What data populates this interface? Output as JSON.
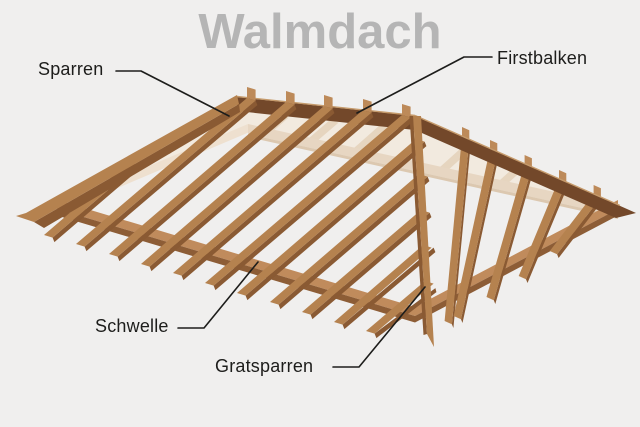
{
  "title": "Walmdach",
  "labels": [
    {
      "id": "sparren",
      "text": "Sparren"
    },
    {
      "id": "firstbalken",
      "text": "Firstbalken"
    },
    {
      "id": "schwelle",
      "text": "Schwelle"
    },
    {
      "id": "gratsparren",
      "text": "Gratsparren"
    }
  ],
  "colors": {
    "background": "#f0efee",
    "title": "#b5b5b5",
    "text": "#1d1d1b",
    "leader_line": "#1d1d1b",
    "wood_light": "#b5824f",
    "wood_mid": "#bd8a59",
    "wood_dark": "#8a5a33",
    "wood_deep": "#73482a",
    "sill_light": "#c08b5c",
    "sill_dark": "#8d5d36",
    "pale_band": "#e7d6c2",
    "pale_band_light": "#eee0cf",
    "pale_band_edge": "#d8c1a5",
    "cream": "#f2eadf",
    "shadow_stripe": "#d9bf9f",
    "back_jack": "#dfc3a2",
    "edge_highlight": "#c59a6b"
  }
}
